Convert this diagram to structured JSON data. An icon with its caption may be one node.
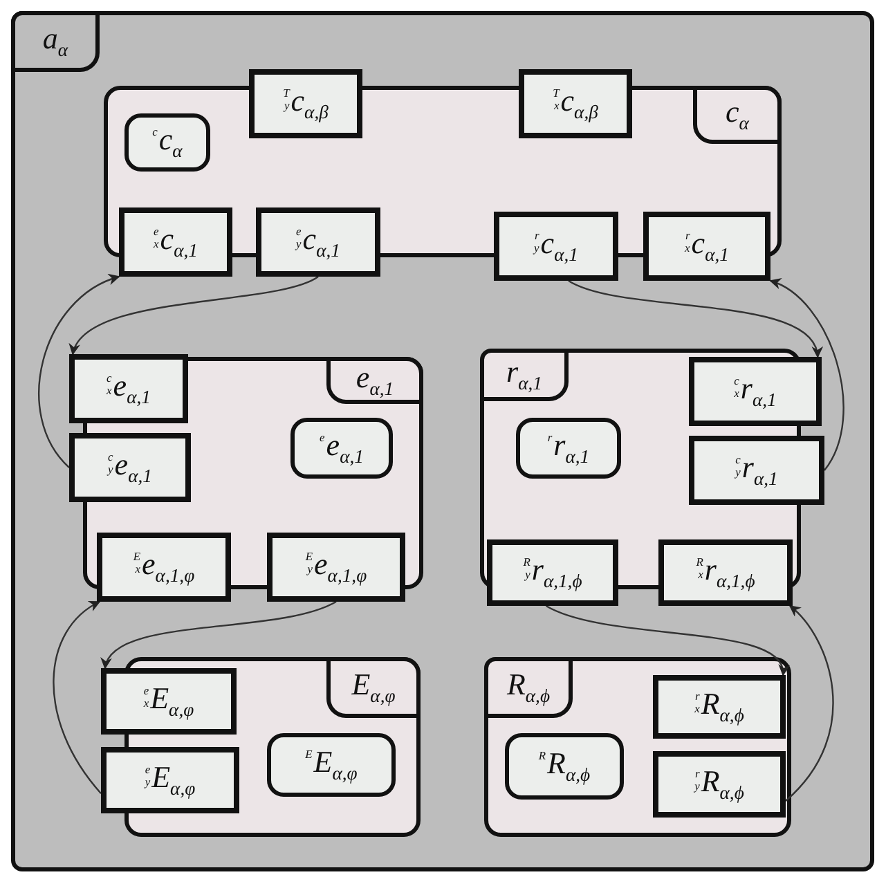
{
  "diagram": {
    "nodes": [
      {
        "text": [
          "a$_{α}$"
        ]
      },
      {
        "text": [
          "c$_{α}$"
        ],
        "in": 0
      },
      {
        "text": [
          "$^{c}$c$_{α}$"
        ],
        "in": 1
      },
      {
        "text": [
          "$^{T}$$_{y}$c$_{α,β}$"
        ],
        "in": 0
      },
      {
        "text": [
          "$^{T}$$_{x}$c$_{α,β}$"
        ],
        "in": 0
      },
      {
        "text": [
          "$^{e}$$_{x}$c$_{α,1}$"
        ],
        "in": 0
      },
      {
        "text": [
          "$^{e}$$_{y}$c$_{α,1}$"
        ],
        "in": 0
      },
      {
        "text": [
          "$^{r}$$_{y}$c$_{α,1}$"
        ],
        "in": 0
      },
      {
        "text": [
          "$^{r}$$_{x}$c$_{α,1}$"
        ],
        "in": 0
      },
      {
        "text": [
          "e$_{α,1}$"
        ],
        "in": 0
      },
      {
        "text": [
          "$^{c}$$_{x}$e$_{α,1}$"
        ],
        "in": 0
      },
      {
        "text": [
          "$^{c}$$_{y}$e$_{α,1}$"
        ],
        "in": 0
      },
      {
        "text": [
          "$^{e}$e$_{α,1}$"
        ],
        "in": 9
      },
      {
        "text": [
          "$^{E}$$_{x}$e$_{α,1,φ}$"
        ],
        "in": 0
      },
      {
        "text": [
          "$^{E}$$_{y}$e$_{α,1,φ}$"
        ],
        "in": 0
      },
      {
        "text": [
          "r$_{α,1}$"
        ],
        "in": 0
      },
      {
        "text": [
          "$^{c}$$_{x}$r$_{α,1}$"
        ],
        "in": 0
      },
      {
        "text": [
          "$^{c}$$_{y}$r$_{α,1}$"
        ],
        "in": 0
      },
      {
        "text": [
          "$^{r}$r$_{α,1}$"
        ],
        "in": 15
      },
      {
        "text": [
          "$^{R}$$_{y}$r$_{α,1,ϕ}$"
        ],
        "in": 0
      },
      {
        "text": [
          "$^{R}$$_{x}$r$_{α,1,ϕ}$"
        ],
        "in": 0
      },
      {
        "text": [
          "E$_{α,φ}$"
        ],
        "in": 0
      },
      {
        "text": [
          "$^{e}$$_{x}$E$_{α,φ}$"
        ],
        "in": 0
      },
      {
        "text": [
          "$^{e}$$_{y}$E$_{α,φ}$"
        ],
        "in": 0
      },
      {
        "text": [
          "$^{E}$E$_{α,φ}$"
        ],
        "in": 21
      },
      {
        "text": [
          "R$_{α,ϕ}$"
        ],
        "in": 0
      },
      {
        "text": [
          "$^{r}$$_{x}$R$_{α,ϕ}$"
        ],
        "in": 25
      },
      {
        "text": [
          "$^{r}$$_{y}$R$_{α,ϕ}$"
        ],
        "in": 25
      },
      {
        "text": [
          "$^{R}$R$_{α,ϕ}$"
        ],
        "in": 25
      }
    ],
    "edges": [
      {
        "from": 6,
        "to": 10,
        "arrow": "to"
      },
      {
        "from": 11,
        "to": 5,
        "arrow": "to"
      },
      {
        "from": 7,
        "to": 16,
        "arrow": "to"
      },
      {
        "from": 17,
        "to": 8,
        "arrow": "to"
      },
      {
        "from": 14,
        "to": 22,
        "arrow": "to"
      },
      {
        "from": 23,
        "to": 13,
        "arrow": "to"
      },
      {
        "from": 19,
        "to": 26,
        "arrow": "to"
      },
      {
        "from": 27,
        "to": 20,
        "arrow": "to"
      }
    ]
  }
}
